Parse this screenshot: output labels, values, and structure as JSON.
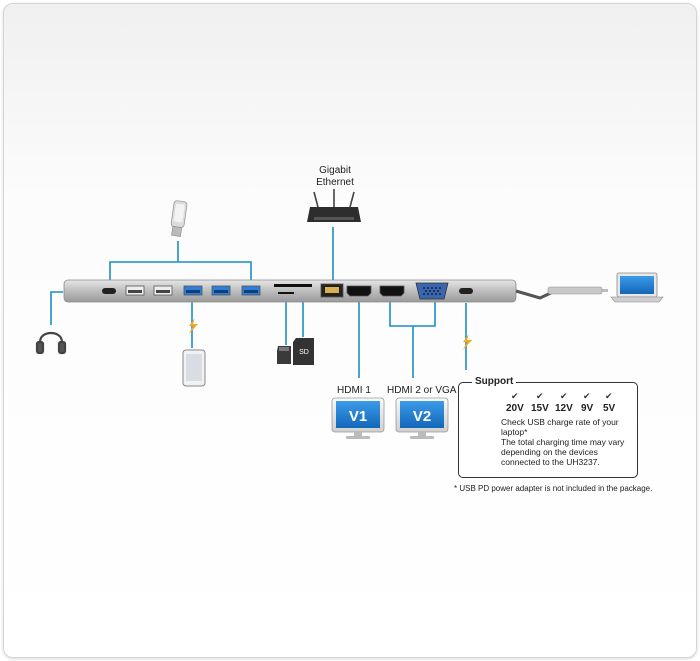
{
  "labels": {
    "gigabit": "Gigabit",
    "ethernet": "Ethernet",
    "hdmi1": "HDMI 1",
    "hdmi2_vga": "HDMI 2 or VGA",
    "v1": "V1",
    "v2": "V2",
    "sd": "SD"
  },
  "support": {
    "title": "Support",
    "voltages": [
      "20V",
      "15V",
      "12V",
      "9V",
      "5V"
    ],
    "check_text": "Check USB charge rate of your laptop*",
    "time_text": "The total charging time may vary depending on the devices connected to the UH3237."
  },
  "footnote": "* USB PD power adapter is not included in the package.",
  "colors": {
    "line": "#1a8fc4",
    "monitor_screen": "#1f7fd2",
    "hub_body": "#c7c7c7",
    "lightning": "#f5a623"
  },
  "icons": [
    "usb-flash-drive-icon",
    "router-icon",
    "headphones-icon",
    "smartphone-icon",
    "micro-sd-icon",
    "sd-card-icon",
    "monitor-icon",
    "laptop-icon",
    "power-adapter-icon",
    "check-icon",
    "lightning-icon"
  ]
}
